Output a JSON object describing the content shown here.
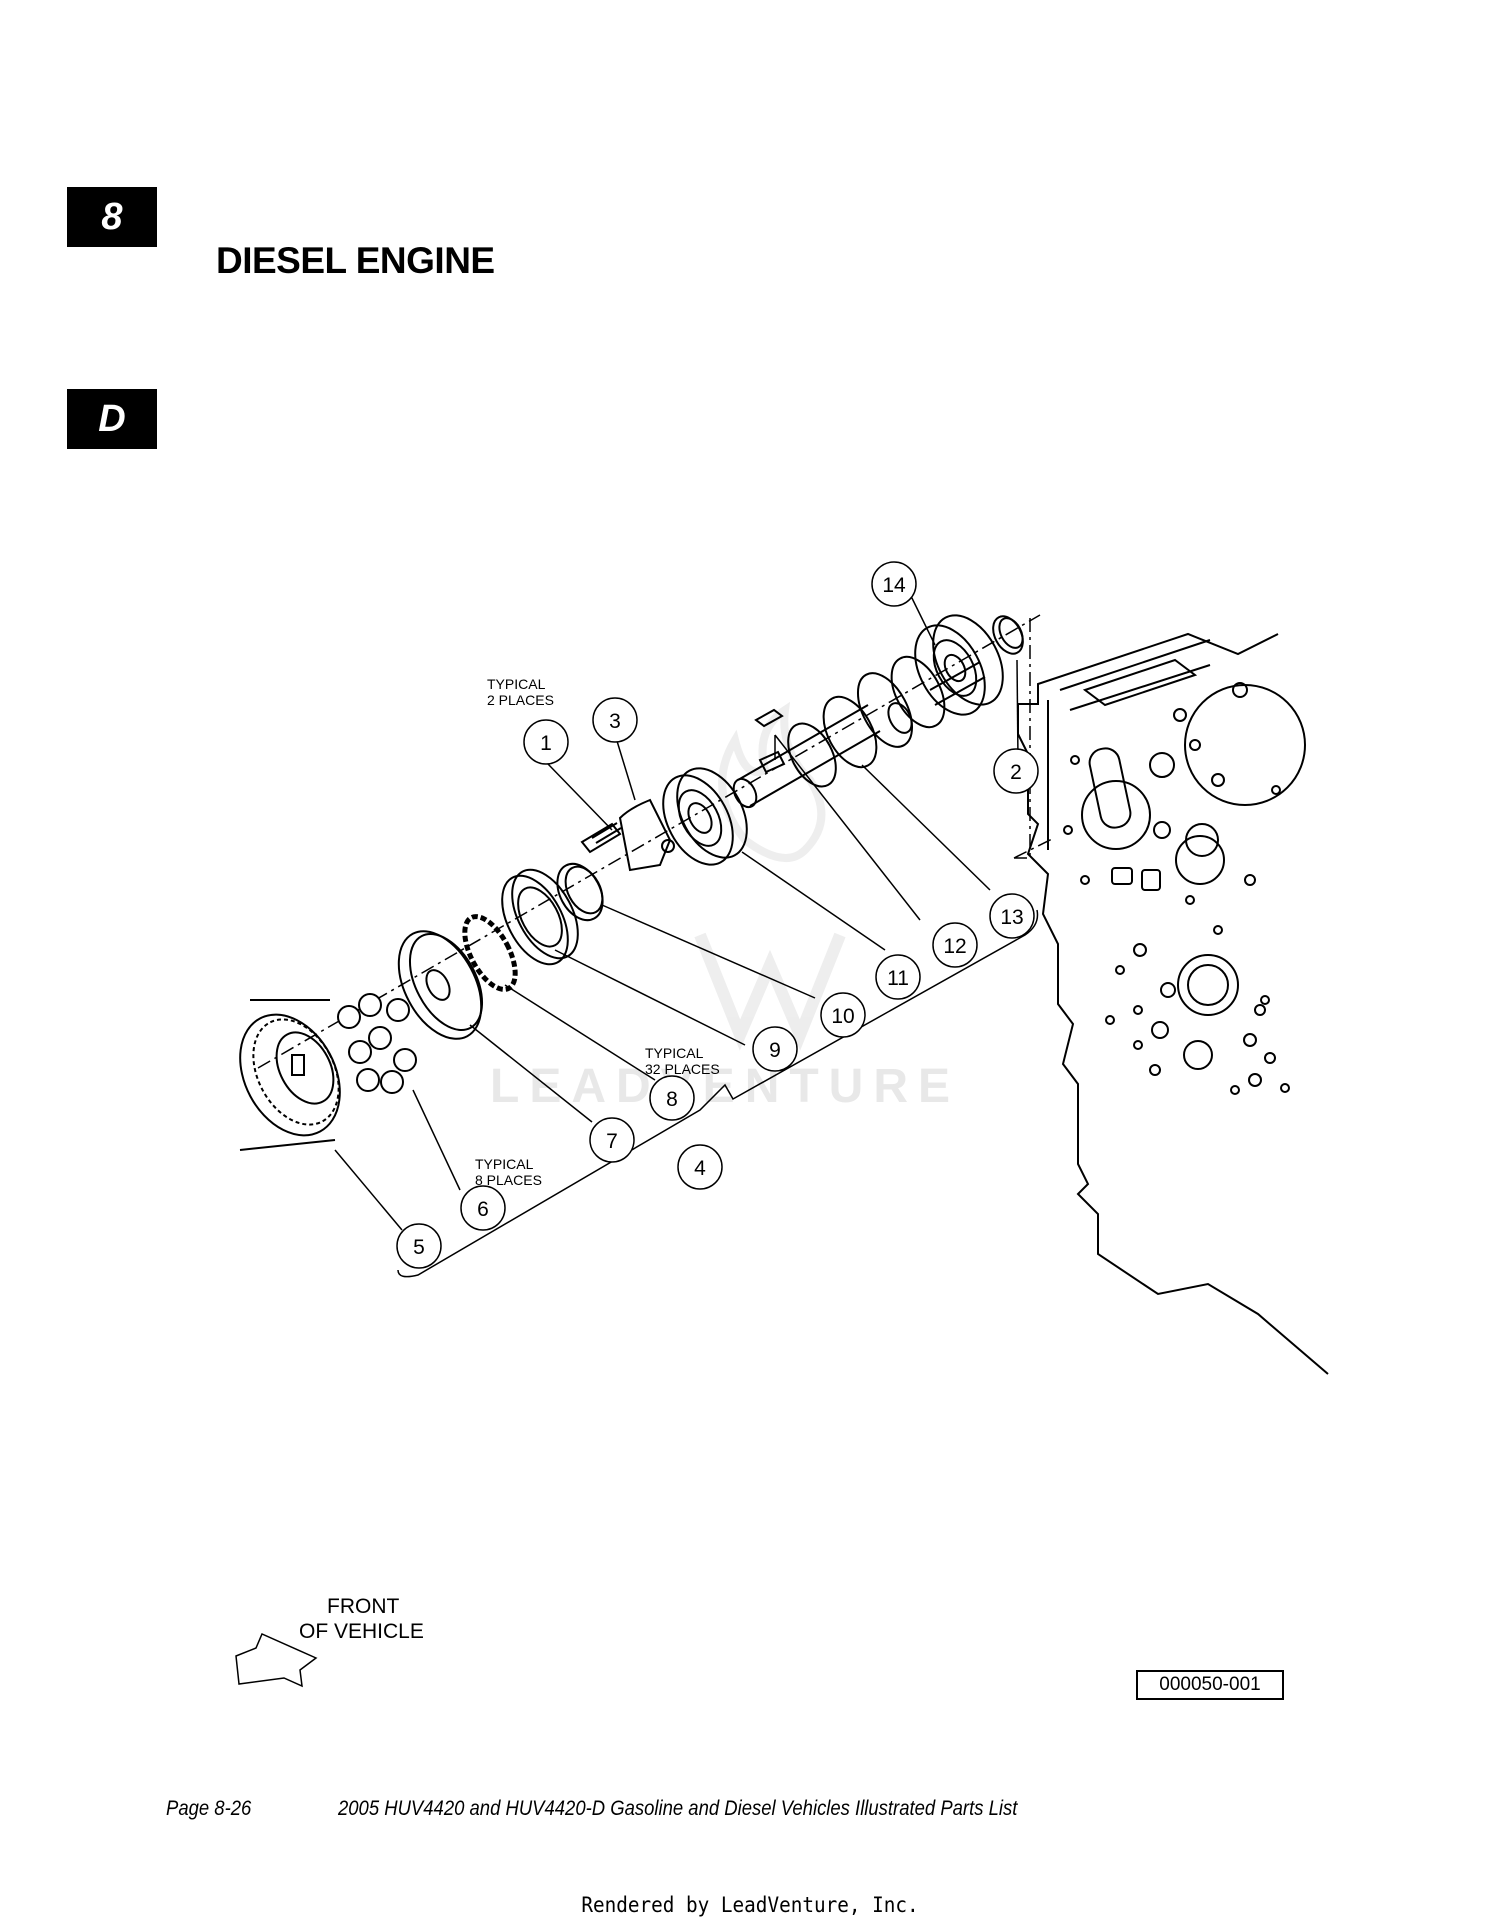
{
  "header": {
    "section_tab": "8",
    "letter_tab": "D",
    "title": "DIESEL ENGINE"
  },
  "callouts": [
    "1",
    "2",
    "3",
    "4",
    "5",
    "6",
    "7",
    "8",
    "9",
    "10",
    "11",
    "12",
    "13",
    "14"
  ],
  "notes": {
    "typical_2": [
      "TYPICAL",
      "2 PLACES"
    ],
    "typical_32": [
      "TYPICAL",
      "32 PLACES"
    ],
    "typical_8": [
      "TYPICAL",
      "8 PLACES"
    ]
  },
  "watermark": "LEADVENTURE",
  "front_label": [
    "FRONT",
    "OF VEHICLE"
  ],
  "drawing_number": "000050-001",
  "footer": {
    "page": "Page 8-26",
    "book_title": "2005 HUV4420 and HUV4420-D Gasoline and Diesel Vehicles Illustrated Parts List",
    "rendered_by": "Rendered by LeadVenture, Inc."
  }
}
